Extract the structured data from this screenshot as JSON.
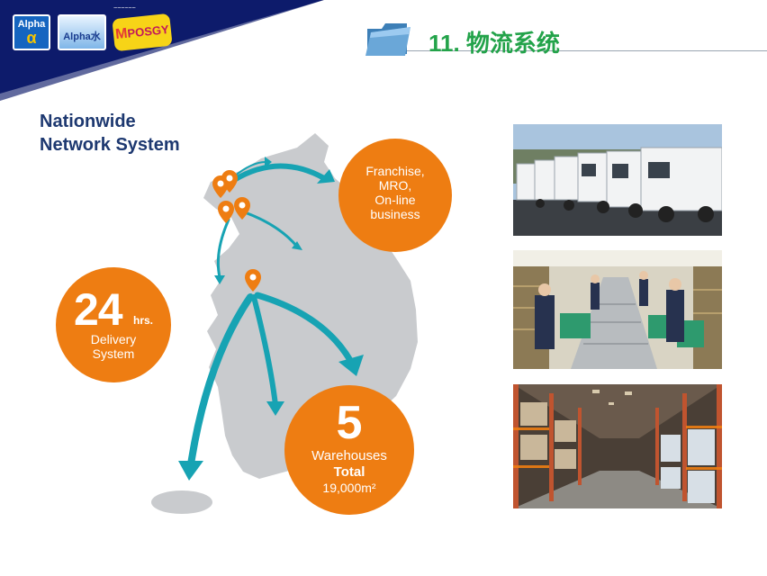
{
  "header": {
    "logos": [
      {
        "name": "alpha-logo",
        "text": "Alpha"
      },
      {
        "name": "alpha-water-logo",
        "text": "Alpha水"
      },
      {
        "name": "mposgy-logo",
        "text": "POSGY"
      }
    ],
    "title": "11. 物流系统"
  },
  "heading": {
    "line1": "Nationwide",
    "line2": "Network System"
  },
  "circles": {
    "franchise": {
      "lines": [
        "Franchise,",
        "MRO,",
        "On-line",
        "business"
      ]
    },
    "delivery": {
      "number": "24",
      "unit": "hrs.",
      "lines": [
        "Delivery",
        "System"
      ]
    },
    "warehouses": {
      "number": "5",
      "line1": "Warehouses",
      "line2": "Total",
      "line3": "19,000m²"
    }
  },
  "colors": {
    "navy": "#0d1b6b",
    "orange": "#ee7d12",
    "teal": "#17a3b3",
    "map_gray": "#c9cbce",
    "title_green": "#23a34a",
    "heading_navy": "#1d3870"
  },
  "photos": [
    "delivery-trucks-photo",
    "conveyor-workers-photo",
    "warehouse-shelves-photo"
  ]
}
